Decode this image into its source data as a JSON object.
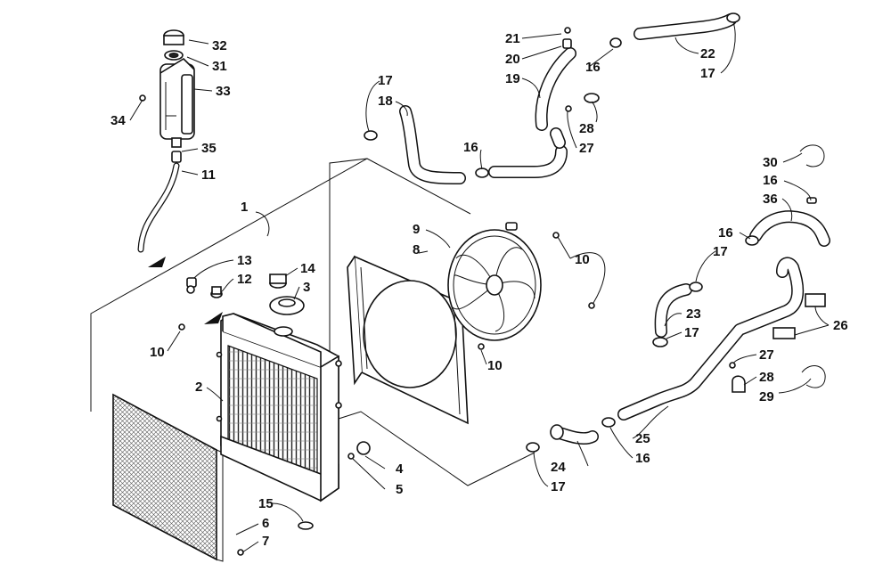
{
  "callouts": [
    {
      "id": "1",
      "text": "1"
    },
    {
      "id": "2",
      "text": "2"
    },
    {
      "id": "3",
      "text": "3"
    },
    {
      "id": "4",
      "text": "4"
    },
    {
      "id": "5",
      "text": "5"
    },
    {
      "id": "6",
      "text": "6"
    },
    {
      "id": "7",
      "text": "7"
    },
    {
      "id": "8",
      "text": "8"
    },
    {
      "id": "9",
      "text": "9"
    },
    {
      "id": "10a",
      "text": "10"
    },
    {
      "id": "10b",
      "text": "10"
    },
    {
      "id": "10c",
      "text": "10"
    },
    {
      "id": "11",
      "text": "11"
    },
    {
      "id": "12",
      "text": "12"
    },
    {
      "id": "13",
      "text": "13"
    },
    {
      "id": "14",
      "text": "14"
    },
    {
      "id": "15",
      "text": "15"
    },
    {
      "id": "16a",
      "text": "16"
    },
    {
      "id": "16b",
      "text": "16"
    },
    {
      "id": "16c",
      "text": "16"
    },
    {
      "id": "16d",
      "text": "16"
    },
    {
      "id": "16e",
      "text": "16"
    },
    {
      "id": "17a",
      "text": "17"
    },
    {
      "id": "17b",
      "text": "17"
    },
    {
      "id": "17c",
      "text": "17"
    },
    {
      "id": "17d",
      "text": "17"
    },
    {
      "id": "17e",
      "text": "17"
    },
    {
      "id": "18",
      "text": "18"
    },
    {
      "id": "19",
      "text": "19"
    },
    {
      "id": "20",
      "text": "20"
    },
    {
      "id": "21",
      "text": "21"
    },
    {
      "id": "22",
      "text": "22"
    },
    {
      "id": "23",
      "text": "23"
    },
    {
      "id": "24",
      "text": "24"
    },
    {
      "id": "25",
      "text": "25"
    },
    {
      "id": "26",
      "text": "26"
    },
    {
      "id": "27a",
      "text": "27"
    },
    {
      "id": "27b",
      "text": "27"
    },
    {
      "id": "28a",
      "text": "28"
    },
    {
      "id": "28b",
      "text": "28"
    },
    {
      "id": "29",
      "text": "29"
    },
    {
      "id": "30",
      "text": "30"
    },
    {
      "id": "31",
      "text": "31"
    },
    {
      "id": "32",
      "text": "32"
    },
    {
      "id": "33",
      "text": "33"
    },
    {
      "id": "34",
      "text": "34"
    },
    {
      "id": "35",
      "text": "35"
    },
    {
      "id": "36",
      "text": "36"
    }
  ]
}
